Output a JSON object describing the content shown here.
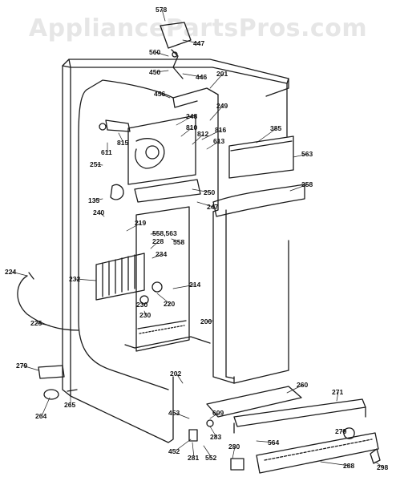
{
  "watermark": "AppliancePartsPros.com",
  "colors": {
    "line": "#1a1a1a",
    "watermark": "#e6e6e6",
    "background": "#ffffff"
  },
  "callouts": [
    "578",
    "447",
    "560",
    "450",
    "446",
    "201",
    "456",
    "249",
    "248",
    "385",
    "810",
    "816",
    "812",
    "613",
    "611",
    "815",
    "563",
    "251",
    "250",
    "258",
    "247",
    "135",
    "240",
    "219",
    "558,563",
    "228",
    "558",
    "234",
    "224",
    "232",
    "214",
    "220",
    "230",
    "230",
    "225",
    "200",
    "279",
    "202",
    "260",
    "271",
    "264",
    "265",
    "453",
    "609",
    "283",
    "278",
    "564",
    "452",
    "281",
    "552",
    "280",
    "288",
    "298"
  ]
}
